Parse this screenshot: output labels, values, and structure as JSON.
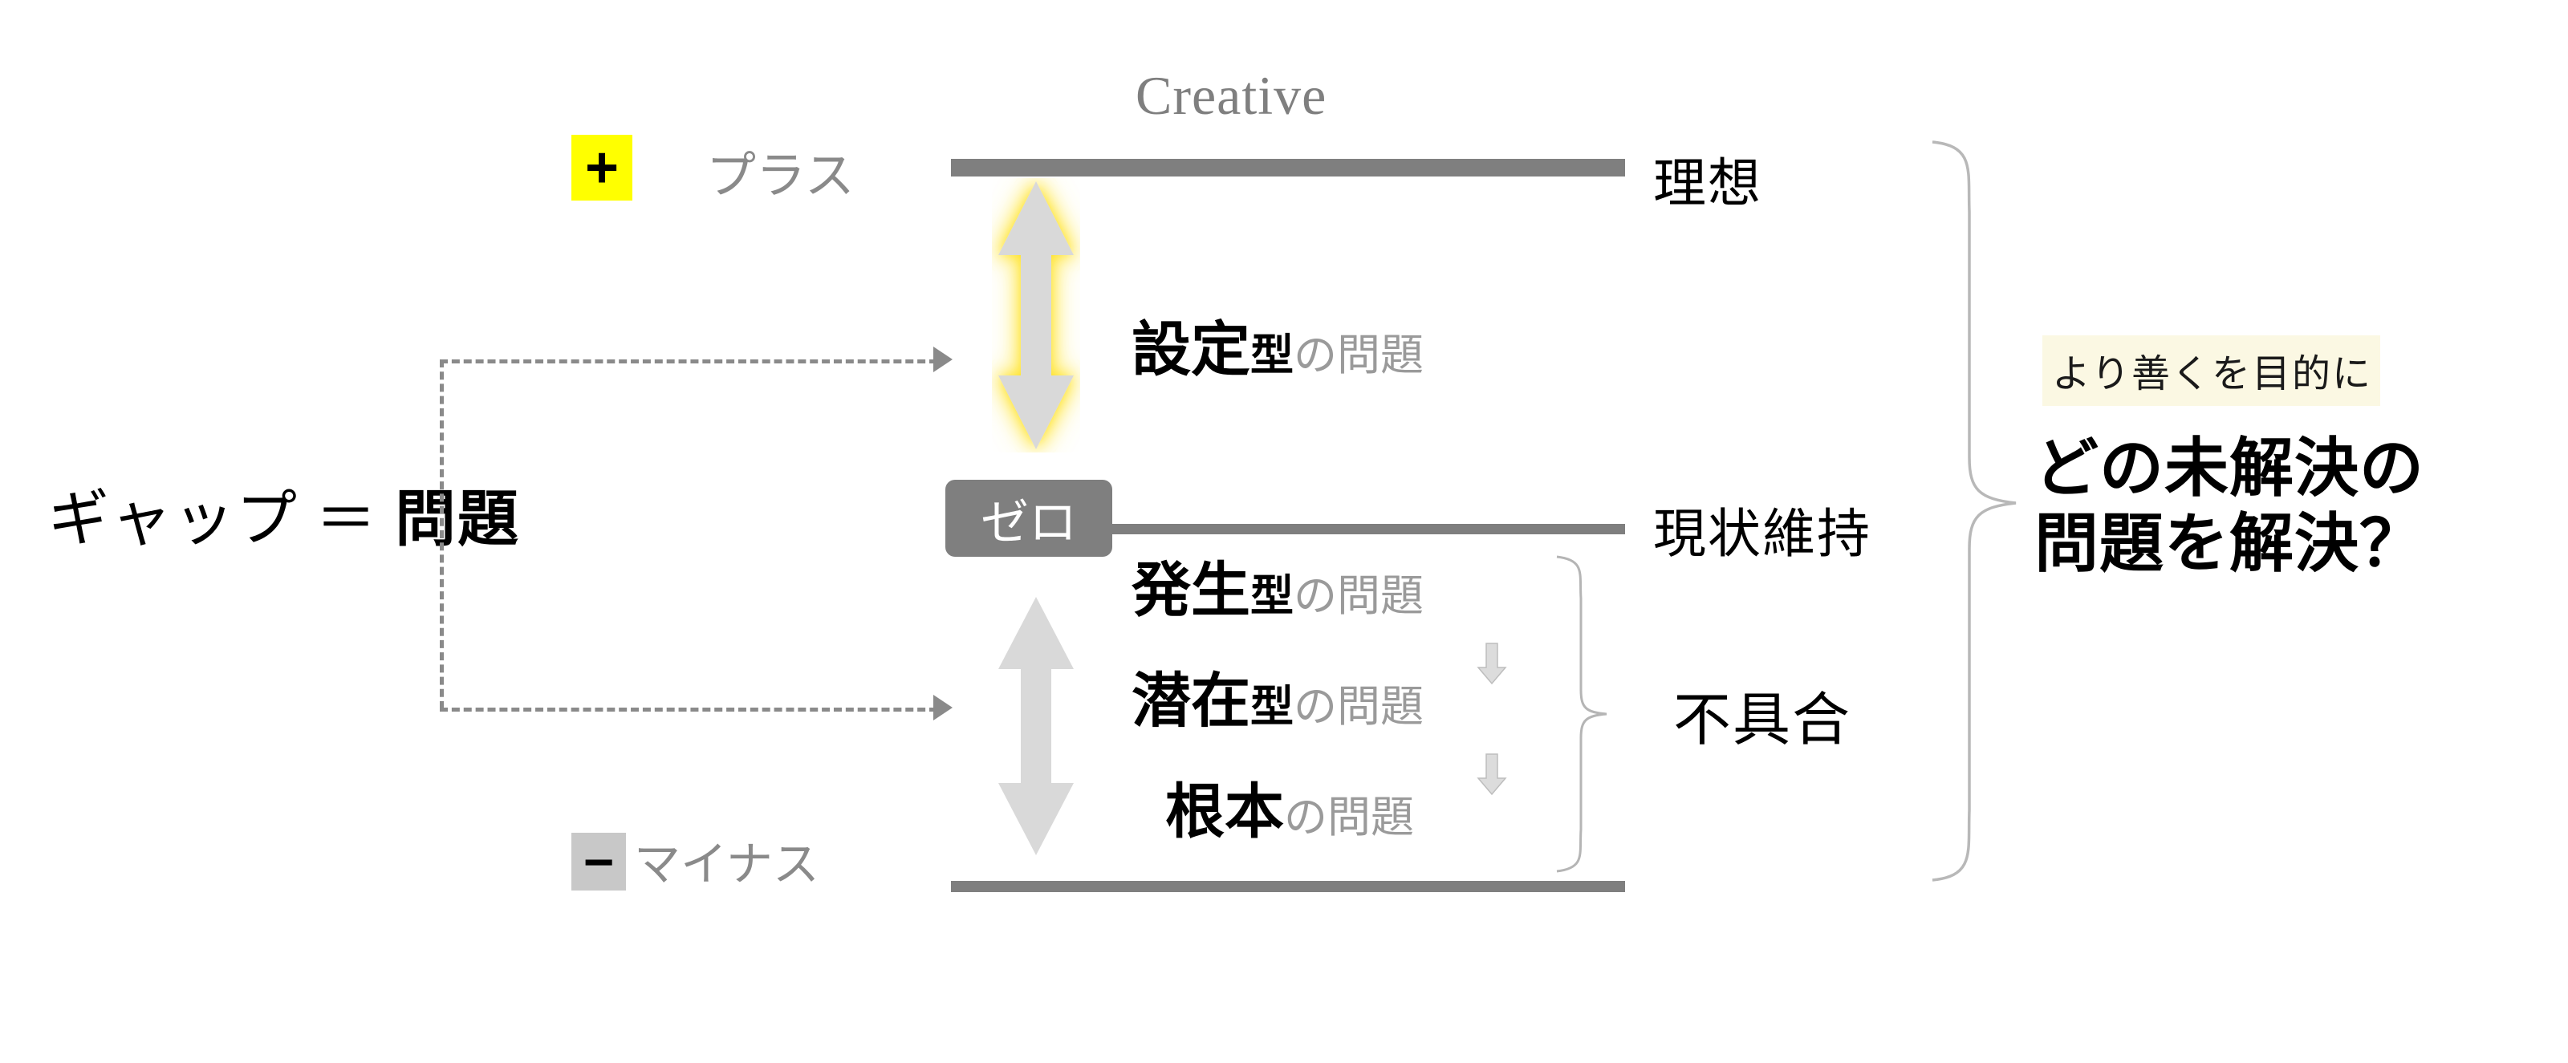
{
  "diagram": {
    "title_en": "Creative",
    "axis": {
      "plus": {
        "sign": "+",
        "label": "プラス",
        "state": "理想",
        "sign_bg": "#ffff00"
      },
      "zero": {
        "sign": "ゼロ",
        "label": "ゼロ",
        "state": "現状維持",
        "sign_bg": "#7f7f7f"
      },
      "minus": {
        "sign": "−",
        "label": "マイナス",
        "state": "不具合",
        "sign_bg": "#c8c8c8"
      }
    },
    "gap": {
      "label_kana": "ギャップ ＝ ",
      "label_kanji": "問題"
    },
    "problems": [
      {
        "keyword": "設定",
        "kata": "型",
        "tail": "の問題",
        "zone": "upper"
      },
      {
        "keyword": "発生",
        "kata": "型",
        "tail": "の問題",
        "zone": "lower"
      },
      {
        "keyword": "潜在",
        "kata": "型",
        "tail": "の問題",
        "zone": "lower"
      },
      {
        "keyword": "根本",
        "kata": "",
        "tail": "の問題",
        "zone": "lower"
      }
    ],
    "conclusion": {
      "purpose": "より善くを目的に",
      "question_line1": "どの未解決の",
      "question_line2": "問題を解決？",
      "highlight_color": "#fbf8e3"
    },
    "colors": {
      "bar_gray": "#7f7f7f",
      "arrow_gray": "#d9d9d9",
      "glow_yellow": "#ffee44",
      "muted_text": "#9a9a9a"
    }
  }
}
